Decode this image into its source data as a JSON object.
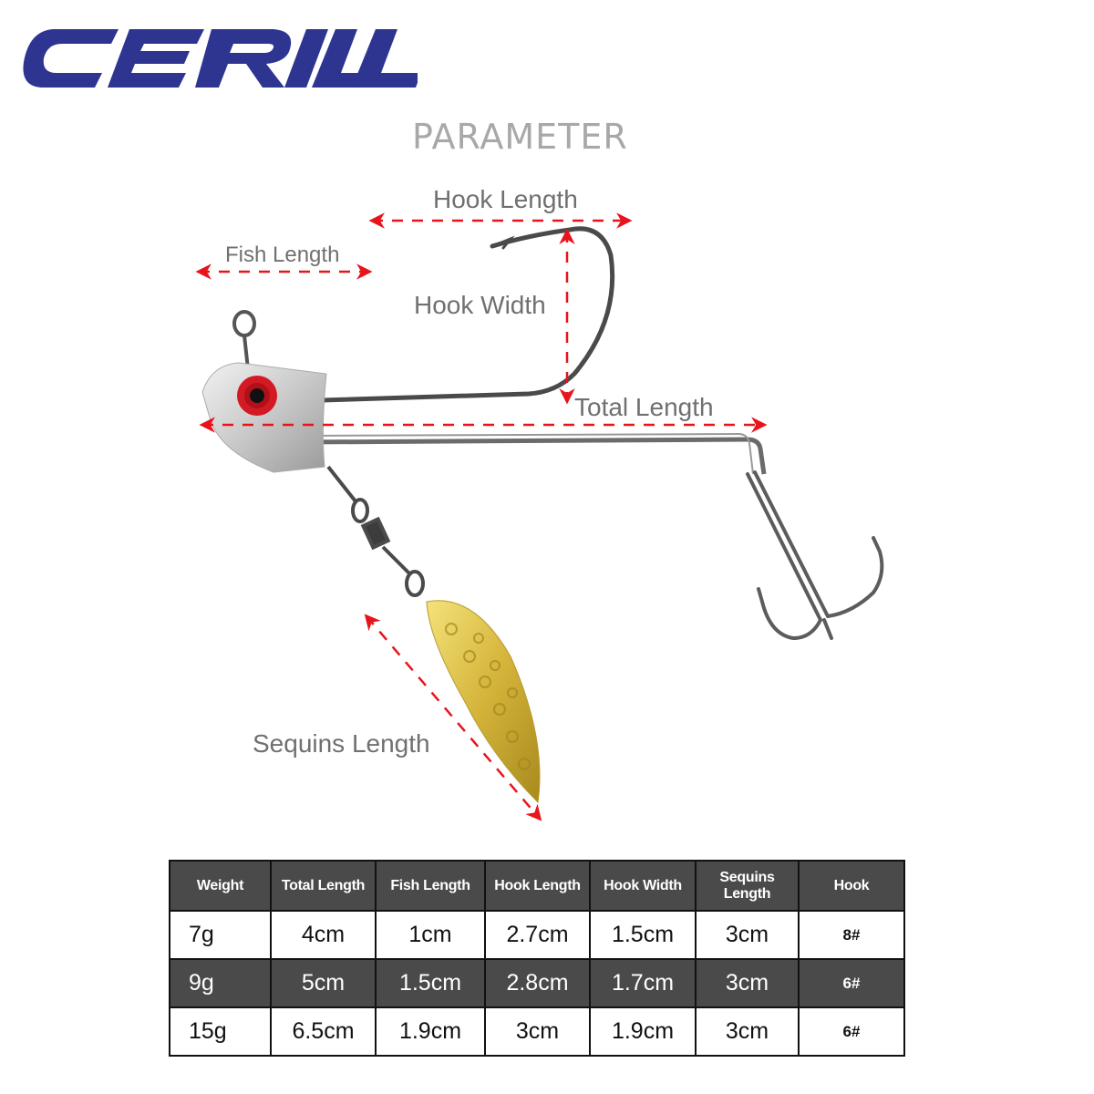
{
  "brand": {
    "name": "CERILL",
    "color": "#2e3590"
  },
  "title": "PARAMETER",
  "diagram": {
    "labels": {
      "hook_length": "Hook Length",
      "fish_length": "Fish Length",
      "hook_width": "Hook Width",
      "total_length": "Total Length",
      "sequins_length": "Sequins Length"
    },
    "arrow_color": "#e8141c",
    "label_color": "#707070"
  },
  "table": {
    "headers": [
      "Weight",
      "Total Length",
      "Fish Length",
      "Hook Length",
      "Hook Width",
      "Sequins Length",
      "Hook"
    ],
    "rows": [
      [
        "7g",
        "4cm",
        "1cm",
        "2.7cm",
        "1.5cm",
        "3cm",
        "8#"
      ],
      [
        "9g",
        "5cm",
        "1.5cm",
        "2.8cm",
        "1.7cm",
        "3cm",
        "6#"
      ],
      [
        "15g",
        "6.5cm",
        "1.9cm",
        "3cm",
        "1.9cm",
        "3cm",
        "6#"
      ]
    ],
    "header_bg": "#4a4a4a"
  }
}
